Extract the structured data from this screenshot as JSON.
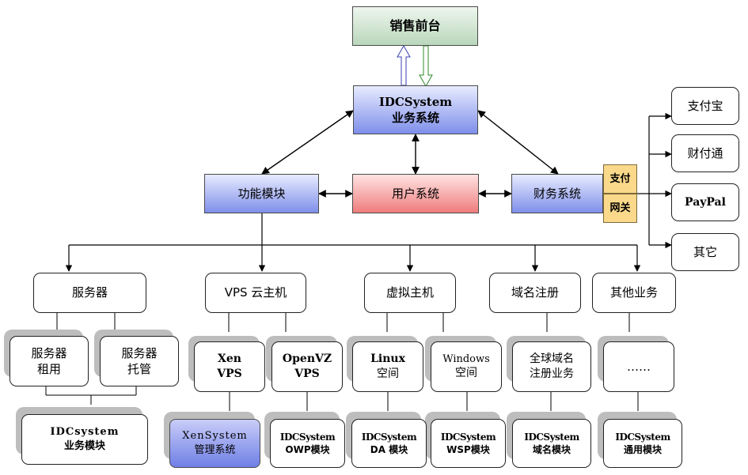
{
  "top": {
    "sales": "销售前台",
    "idc_line1": "IDCSystem",
    "idc_line2": "业务系统",
    "func": "功能模块",
    "user": "用户系统",
    "finance": "财务系统",
    "pay_top": "支付",
    "pay_bottom": "网关"
  },
  "payments": [
    "支付宝",
    "财付通",
    "PayPal",
    "其它"
  ],
  "categories": {
    "server": "服务器",
    "vps": "VPS 云主机",
    "vhost": "虚拟主机",
    "domain": "域名注册",
    "other": "其他业务"
  },
  "sub": {
    "rent": [
      "服务器",
      "租用"
    ],
    "host": [
      "服务器",
      "托管"
    ],
    "xen": [
      "Xen",
      "VPS"
    ],
    "openvz": [
      "OpenVZ",
      "VPS"
    ],
    "linux": [
      "Linux",
      "空间"
    ],
    "windows": [
      "Windows",
      "空间"
    ],
    "global_domain": [
      "全球域名",
      "注册业务"
    ],
    "ellipsis": "……"
  },
  "modules": {
    "idc_biz": [
      "IDCsystem",
      "业务模块"
    ],
    "xensys": [
      "XenSystem",
      "管理系统"
    ],
    "owp": [
      "IDCSystem",
      "OWP模块"
    ],
    "da": [
      "IDCSystem",
      "DA 模块"
    ],
    "wsp": [
      "IDCSystem",
      "WSP模块"
    ],
    "domain_mod": [
      "IDCSystem",
      "域名模块"
    ],
    "general": [
      "IDCSystem",
      "通用模块"
    ]
  }
}
